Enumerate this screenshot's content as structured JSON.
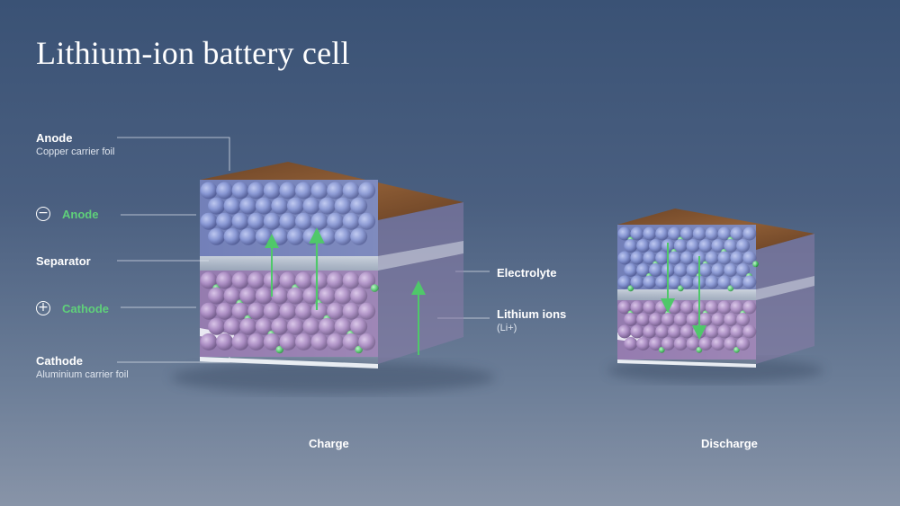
{
  "title": "Lithium-ion battery cell",
  "labels": {
    "anode_top": "Anode",
    "anode_top_sub": "Copper carrier foil",
    "anode_layer": "Anode",
    "separator": "Separator",
    "cathode_layer": "Cathode",
    "cathode_bottom": "Cathode",
    "cathode_bottom_sub": "Aluminium carrier foil",
    "electrolyte": "Electrolyte",
    "lithium_ions": "Lithium ions",
    "lithium_ions_sub": "(Li+)",
    "minus_symbol": "−",
    "plus_symbol": "+"
  },
  "captions": {
    "charge": "Charge",
    "discharge": "Discharge"
  },
  "colors": {
    "anode_spheres": "#7f8fd0",
    "cathode_spheres": "#a585bf",
    "copper_foil": "#8a5a32",
    "lithium_ion": "#4fc86a",
    "label_green": "#5fd07a"
  }
}
